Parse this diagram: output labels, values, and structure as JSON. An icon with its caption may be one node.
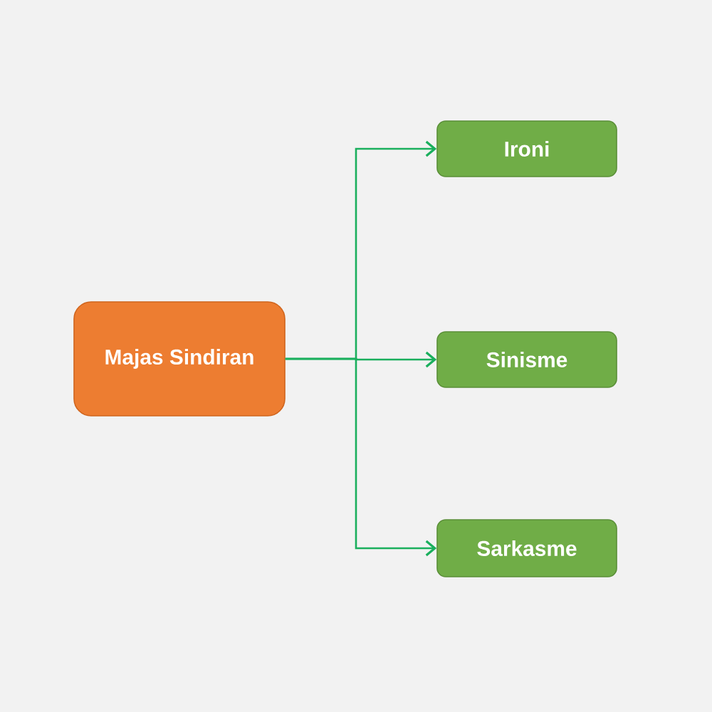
{
  "diagram": {
    "nodes": [
      {
        "text": [
          "Majas Sindiran"
        ]
      },
      {
        "text": [
          "Ironi"
        ]
      },
      {
        "text": [
          "Sinisme"
        ]
      },
      {
        "text": [
          "Sarkasme"
        ]
      }
    ],
    "edges": [
      {
        "from": 0,
        "to": 1,
        "arrow": "to"
      },
      {
        "from": 0,
        "to": 2,
        "arrow": "to"
      },
      {
        "from": 0,
        "to": 3,
        "arrow": "to"
      }
    ]
  }
}
